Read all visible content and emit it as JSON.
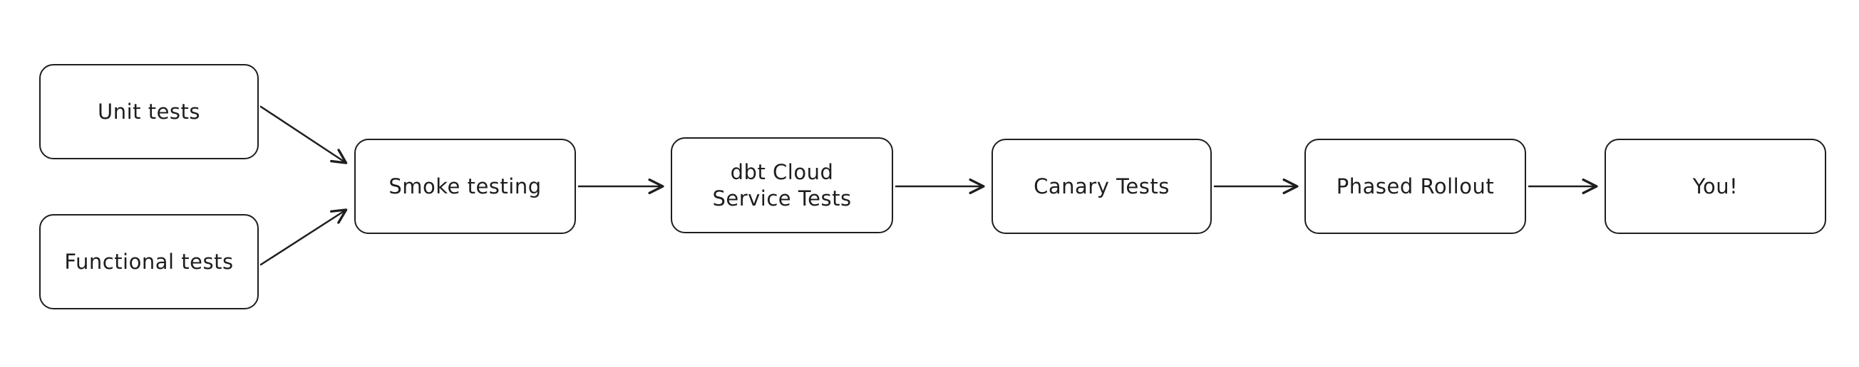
{
  "diagram": {
    "type": "flowchart",
    "style": "hand-drawn",
    "background_color": "#ffffff",
    "stroke_color": "#1e1e1e",
    "node_fill_color": "#ffffff",
    "nodes": {
      "unit_tests": {
        "label": "Unit tests"
      },
      "functional": {
        "label": "Functional tests"
      },
      "smoke": {
        "label": "Smoke testing"
      },
      "dbt_cloud": {
        "label": "dbt Cloud\nService Tests"
      },
      "canary": {
        "label": "Canary Tests"
      },
      "phased": {
        "label": "Phased Rollout"
      },
      "you": {
        "label": "You!"
      }
    },
    "edges": [
      {
        "from": "Unit tests",
        "to": "Smoke testing"
      },
      {
        "from": "Functional tests",
        "to": "Smoke testing"
      },
      {
        "from": "Smoke testing",
        "to": "dbt Cloud Service Tests"
      },
      {
        "from": "dbt Cloud Service Tests",
        "to": "Canary Tests"
      },
      {
        "from": "Canary Tests",
        "to": "Phased Rollout"
      },
      {
        "from": "Phased Rollout",
        "to": "You!"
      }
    ]
  }
}
